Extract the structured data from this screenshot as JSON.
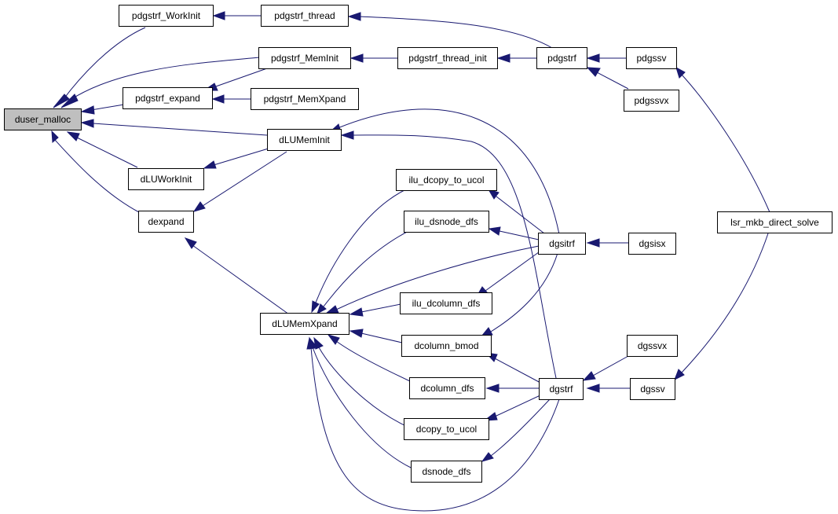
{
  "graph": {
    "edge_color": "#191970",
    "root_fill": "#bfbfbf",
    "node_fill": "#ffffff",
    "nodes": {
      "duser_malloc": "duser_malloc",
      "pdgstrf_WorkInit": "pdgstrf_WorkInit",
      "pdgstrf_thread": "pdgstrf_thread",
      "pdgstrf_MemInit": "pdgstrf_MemInit",
      "pdgstrf_thread_init": "pdgstrf_thread_init",
      "pdgstrf": "pdgstrf",
      "pdgssv": "pdgssv",
      "pdgssvx": "pdgssvx",
      "pdgstrf_expand": "pdgstrf_expand",
      "pdgstrf_MemXpand": "pdgstrf_MemXpand",
      "dLUMemInit": "dLUMemInit",
      "dLUWorkInit": "dLUWorkInit",
      "dexpand": "dexpand",
      "dLUMemXpand": "dLUMemXpand",
      "ilu_dcopy_to_ucol": "ilu_dcopy_to_ucol",
      "ilu_dsnode_dfs": "ilu_dsnode_dfs",
      "ilu_dcolumn_dfs": "ilu_dcolumn_dfs",
      "dcolumn_bmod": "dcolumn_bmod",
      "dcolumn_dfs": "dcolumn_dfs",
      "dcopy_to_ucol": "dcopy_to_ucol",
      "dsnode_dfs": "dsnode_dfs",
      "dgsitrf": "dgsitrf",
      "dgsisx": "dgsisx",
      "dgstrf": "dgstrf",
      "dgssvx": "dgssvx",
      "dgssv": "dgssv",
      "lsr_mkb_direct_solve": "lsr_mkb_direct_solve"
    }
  }
}
